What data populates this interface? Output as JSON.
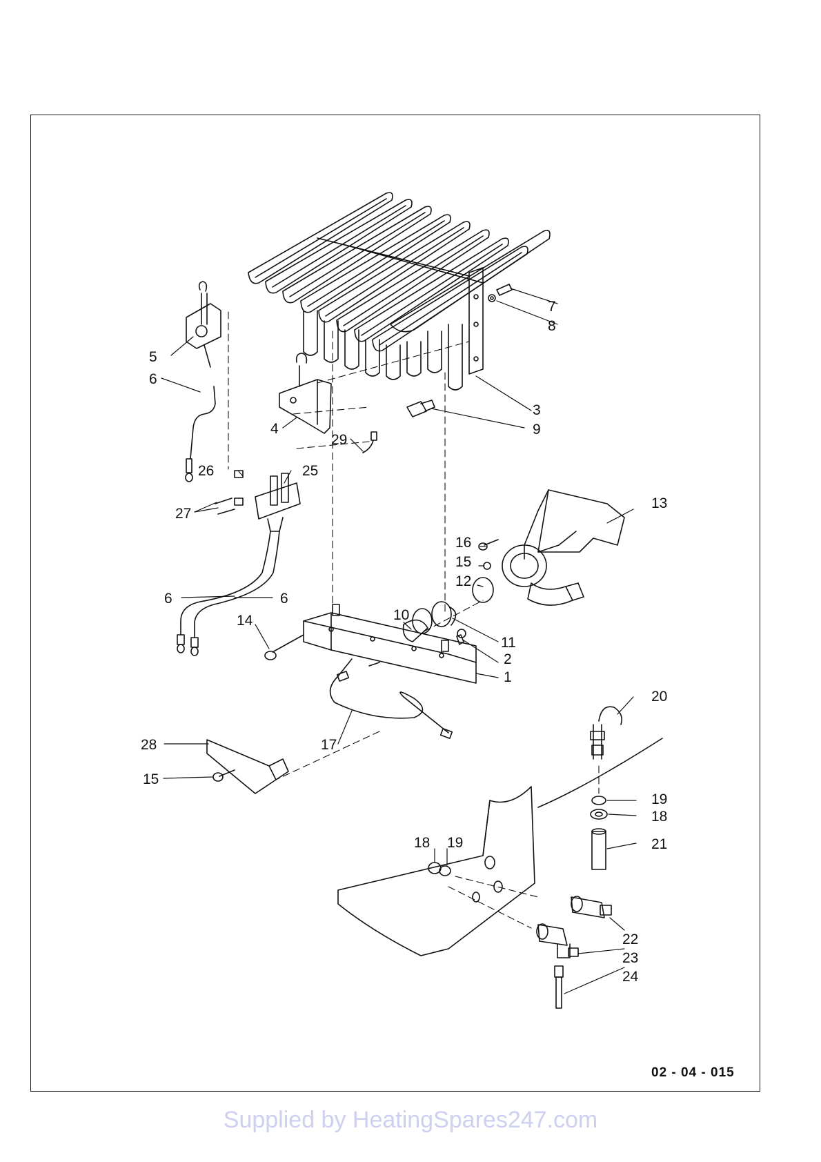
{
  "callouts": [
    {
      "id": "c1",
      "text": "1"
    },
    {
      "id": "c2",
      "text": "2"
    },
    {
      "id": "c3",
      "text": "3"
    },
    {
      "id": "c4",
      "text": "4"
    },
    {
      "id": "c5",
      "text": "5"
    },
    {
      "id": "c6a",
      "text": "6"
    },
    {
      "id": "c6b",
      "text": "6"
    },
    {
      "id": "c6c",
      "text": "6"
    },
    {
      "id": "c7",
      "text": "7"
    },
    {
      "id": "c8",
      "text": "8"
    },
    {
      "id": "c9",
      "text": "9"
    },
    {
      "id": "c10",
      "text": "10"
    },
    {
      "id": "c11",
      "text": "11"
    },
    {
      "id": "c12",
      "text": "12"
    },
    {
      "id": "c13",
      "text": "13"
    },
    {
      "id": "c14",
      "text": "14"
    },
    {
      "id": "c15a",
      "text": "15"
    },
    {
      "id": "c15b",
      "text": "15"
    },
    {
      "id": "c16",
      "text": "16"
    },
    {
      "id": "c17",
      "text": "17"
    },
    {
      "id": "c18a",
      "text": "18"
    },
    {
      "id": "c18b",
      "text": "18"
    },
    {
      "id": "c19a",
      "text": "19"
    },
    {
      "id": "c19b",
      "text": "19"
    },
    {
      "id": "c20",
      "text": "20"
    },
    {
      "id": "c21",
      "text": "21"
    },
    {
      "id": "c22",
      "text": "22"
    },
    {
      "id": "c23",
      "text": "23"
    },
    {
      "id": "c24",
      "text": "24"
    },
    {
      "id": "c25",
      "text": "25"
    },
    {
      "id": "c26",
      "text": "26"
    },
    {
      "id": "c27",
      "text": "27"
    },
    {
      "id": "c28",
      "text": "28"
    },
    {
      "id": "c29",
      "text": "29"
    }
  ],
  "drawing_code": "02 - 04 - 015",
  "footer": "Supplied by HeatingSpares247.com"
}
